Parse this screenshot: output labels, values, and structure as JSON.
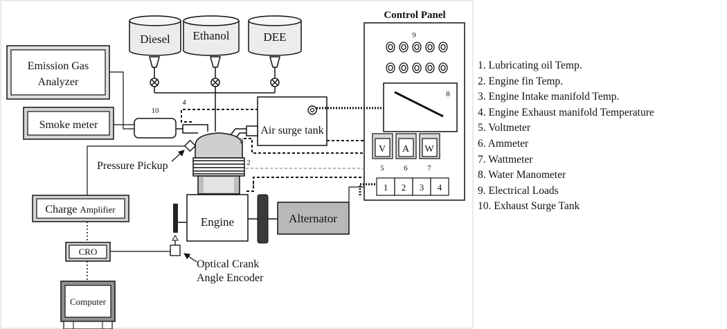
{
  "fuels": {
    "diesel": "Diesel",
    "ethanol": "Ethanol",
    "dee": "DEE"
  },
  "instruments": {
    "emission_line1": "Emission Gas",
    "emission_line2": "Analyzer",
    "smoke_meter": "Smoke meter",
    "charge_word1": "Charge",
    "charge_word2": "Amplifier",
    "cro": "CRO",
    "computer": "Computer",
    "engine": "Engine",
    "alternator": "Alternator",
    "air_surge_tank": "Air surge tank",
    "pressure_pickup": "Pressure Pickup",
    "encoder_line1": "Optical Crank",
    "encoder_line2": "Angle Encoder"
  },
  "control_panel": {
    "title": "Control Panel",
    "meter_v": "V",
    "meter_a": "A",
    "meter_w": "W",
    "loads": [
      "1",
      "2",
      "3",
      "4"
    ]
  },
  "numbers": {
    "n1": "1",
    "n2": "2",
    "n3": "3",
    "n4": "4",
    "n5": "5",
    "n6": "6",
    "n7": "7",
    "n8": "8",
    "n9": "9",
    "n10": "10"
  },
  "legend": [
    "1. Lubricating oil Temp.",
    "2. Engine fin Temp.",
    "3. Engine Intake manifold Temp.",
    "4. Engine Exhaust manifold Temperature",
    "5. Voltmeter",
    "6. Ammeter",
    "7. Wattmeter",
    "8. Water Manometer",
    "9. Electrical Loads",
    "10. Exhaust Surge Tank"
  ]
}
